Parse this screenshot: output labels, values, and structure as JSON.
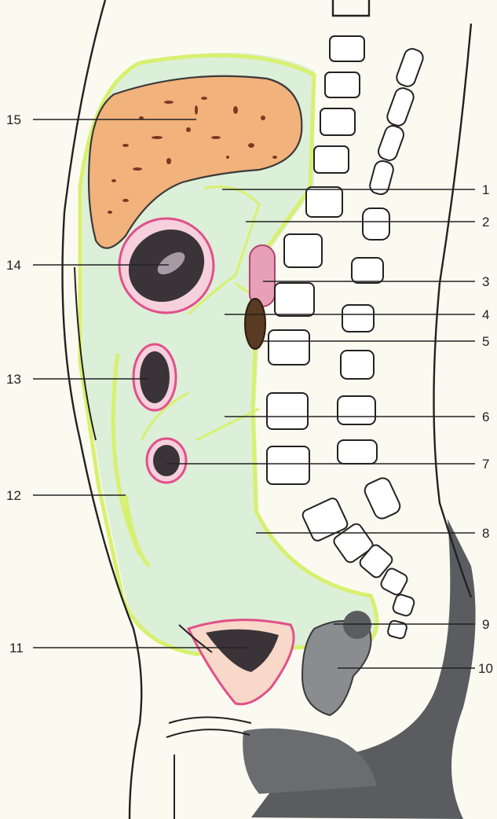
{
  "labels": {
    "n1": "1",
    "n2": "2",
    "n3": "3",
    "n4": "4",
    "n5": "5",
    "n6": "6",
    "n7": "7",
    "n8": "8",
    "n9": "9",
    "n10": "10",
    "n11": "11",
    "n12": "12",
    "n13": "13",
    "n14": "14",
    "n15": "15"
  },
  "colors": {
    "background": "#fbfaf0",
    "peritoneum": "#d8f070",
    "cavity": "#dcefd8",
    "liver": "#f2b27c",
    "organ_wall": "#e0508a",
    "organ_dark": "#3a3438",
    "pancreas": "#e8a0b8",
    "kidney": "#5a3a22",
    "bone": "#ffffff",
    "pelvic_floor": "#5a5c60"
  }
}
